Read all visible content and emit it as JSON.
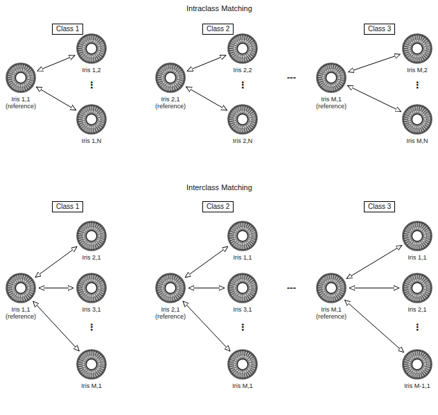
{
  "diagram": {
    "nodes": [
      {
        "text": [
          "Class 1"
        ]
      },
      {
        "text": [
          "Class 2"
        ]
      },
      {
        "text": [
          "Class 3"
        ]
      },
      {
        "text": [
          "Iris 1,1 (reference)"
        ]
      },
      {
        "text": [
          "Iris 1,2"
        ]
      },
      {
        "text": [
          "Iris 1,N"
        ]
      },
      {
        "text": [
          "Iris 2,1 (reference)"
        ]
      },
      {
        "text": [
          "Iris 2,2"
        ]
      },
      {
        "text": [
          "Iris 2,N"
        ]
      },
      {
        "text": [
          "Iris M,1 (reference)"
        ]
      },
      {
        "text": [
          "Iris M,2"
        ]
      },
      {
        "text": [
          "Iris M,N"
        ]
      },
      {
        "text": [
          "Class 1"
        ]
      },
      {
        "text": [
          "Class 2"
        ]
      },
      {
        "text": [
          "Class 3"
        ]
      },
      {
        "text": [
          "Iris 1,1 (reference)"
        ]
      },
      {
        "text": [
          "Iris 2,1"
        ]
      },
      {
        "text": [
          "Iris 3,1"
        ]
      },
      {
        "text": [
          "Iris M,1"
        ]
      },
      {
        "text": [
          "Iris 2,1 (reference)"
        ]
      },
      {
        "text": [
          "Iris 1,1"
        ]
      },
      {
        "text": [
          "Iris 3,1"
        ]
      },
      {
        "text": [
          "Iris M,1"
        ]
      },
      {
        "text": [
          "Iris M,1 (reference)"
        ]
      },
      {
        "text": [
          "Iris 1,1"
        ]
      },
      {
        "text": [
          "Iris 2,1"
        ]
      },
      {
        "text": [
          "Iris M-1,1"
        ]
      }
    ],
    "edges": [
      {
        "from": 3,
        "to": 4,
        "arrow": "both"
      },
      {
        "from": 3,
        "to": 5,
        "arrow": "both"
      },
      {
        "from": 6,
        "to": 7,
        "arrow": "both"
      },
      {
        "from": 6,
        "to": 8,
        "arrow": "both"
      },
      {
        "from": 9,
        "to": 10,
        "arrow": "both"
      },
      {
        "from": 9,
        "to": 11,
        "arrow": "both"
      },
      {
        "from": 15,
        "to": 16,
        "arrow": "both"
      },
      {
        "from": 15,
        "to": 17,
        "arrow": "both"
      },
      {
        "from": 15,
        "to": 18,
        "arrow": "both"
      },
      {
        "from": 19,
        "to": 20,
        "arrow": "both"
      },
      {
        "from": 19,
        "to": 21,
        "arrow": "both"
      },
      {
        "from": 19,
        "to": 22,
        "arrow": "both"
      },
      {
        "from": 23,
        "to": 24,
        "arrow": "both"
      },
      {
        "from": 23,
        "to": 25,
        "arrow": "both"
      },
      {
        "from": 23,
        "to": 26,
        "arrow": "both"
      }
    ],
    "labels": [
      "Intraclass Matching",
      "⋮",
      "⋮",
      "⋮",
      "---",
      "Interclass Matching",
      "⋮",
      "⋮",
      "⋮",
      "---"
    ]
  }
}
